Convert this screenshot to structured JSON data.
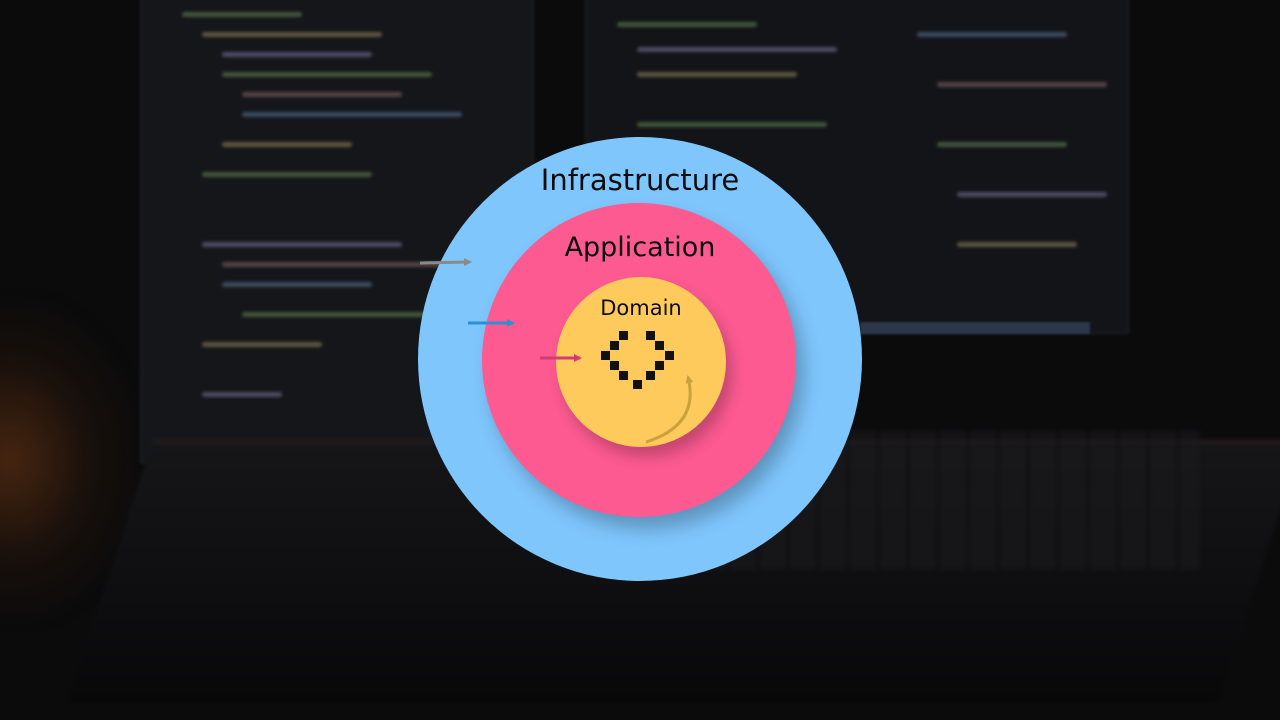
{
  "diagram": {
    "layers": [
      {
        "name": "Infrastructure",
        "color": "#7fc6fd"
      },
      {
        "name": "Application",
        "color": "#fc5a90"
      },
      {
        "name": "Domain",
        "color": "#ffca5c"
      }
    ],
    "arrow_colors": {
      "into_infrastructure": "#8a8a8a",
      "into_application": "#2f8fd6",
      "into_domain": "#d23c73",
      "domain_self": "#c9a23e"
    },
    "core_icon": "diamond-pixel-icon"
  }
}
